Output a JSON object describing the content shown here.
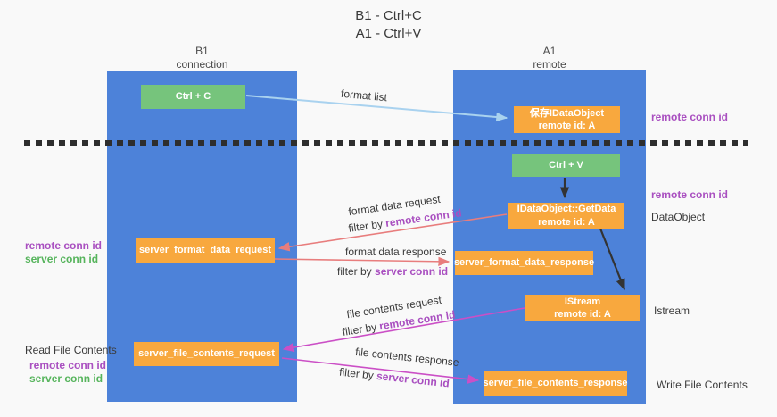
{
  "title": {
    "line1": "B1 - Ctrl+C",
    "line2": "A1 - Ctrl+V"
  },
  "columns": {
    "left": {
      "name": "B1",
      "role": "connection"
    },
    "right": {
      "name": "A1",
      "role": "remote"
    }
  },
  "boxes": {
    "ctrl_c": {
      "label": "Ctrl + C"
    },
    "save_idataobject": {
      "line1": "保存IDataObject",
      "line2": "remote id: A"
    },
    "ctrl_v": {
      "label": "Ctrl + V"
    },
    "getdata": {
      "line1": "IDataObject::GetData",
      "line2": "remote id: A"
    },
    "server_format_data_request": {
      "label": "server_format_data_request"
    },
    "server_format_data_response": {
      "label": "server_format_data_response"
    },
    "istream": {
      "line1": "IStream",
      "line2": "remote id: A"
    },
    "server_file_contents_request": {
      "label": "server_file_contents_request"
    },
    "server_file_contents_response": {
      "label": "server_file_contents_response"
    }
  },
  "arrows": {
    "format_list": "format list",
    "format_data_request": "format data request",
    "format_data_response": "format data response",
    "file_contents_request": "file contents request",
    "file_contents_response": "file contents response",
    "filter_by": "filter by ",
    "remote_conn_id": "remote conn id",
    "server_conn_id": "server conn id"
  },
  "annotations": {
    "remote_conn_id": "remote conn id",
    "server_conn_id": "server conn id",
    "dataobject": "DataObject",
    "istream": "Istream",
    "read_file_contents": "Read File Contents",
    "write_file_contents": "Write File Contents"
  },
  "colors": {
    "column_blue": "#4d82d9",
    "box_green": "#76c47c",
    "box_orange": "#f8a83e",
    "arrow_red": "#e87d7d",
    "arrow_magenta": "#cb4fc6",
    "arrow_light_blue": "#a9d2ef",
    "arrow_black": "#333333",
    "label_purple": "#a94fc0",
    "label_green": "#56b45c"
  }
}
